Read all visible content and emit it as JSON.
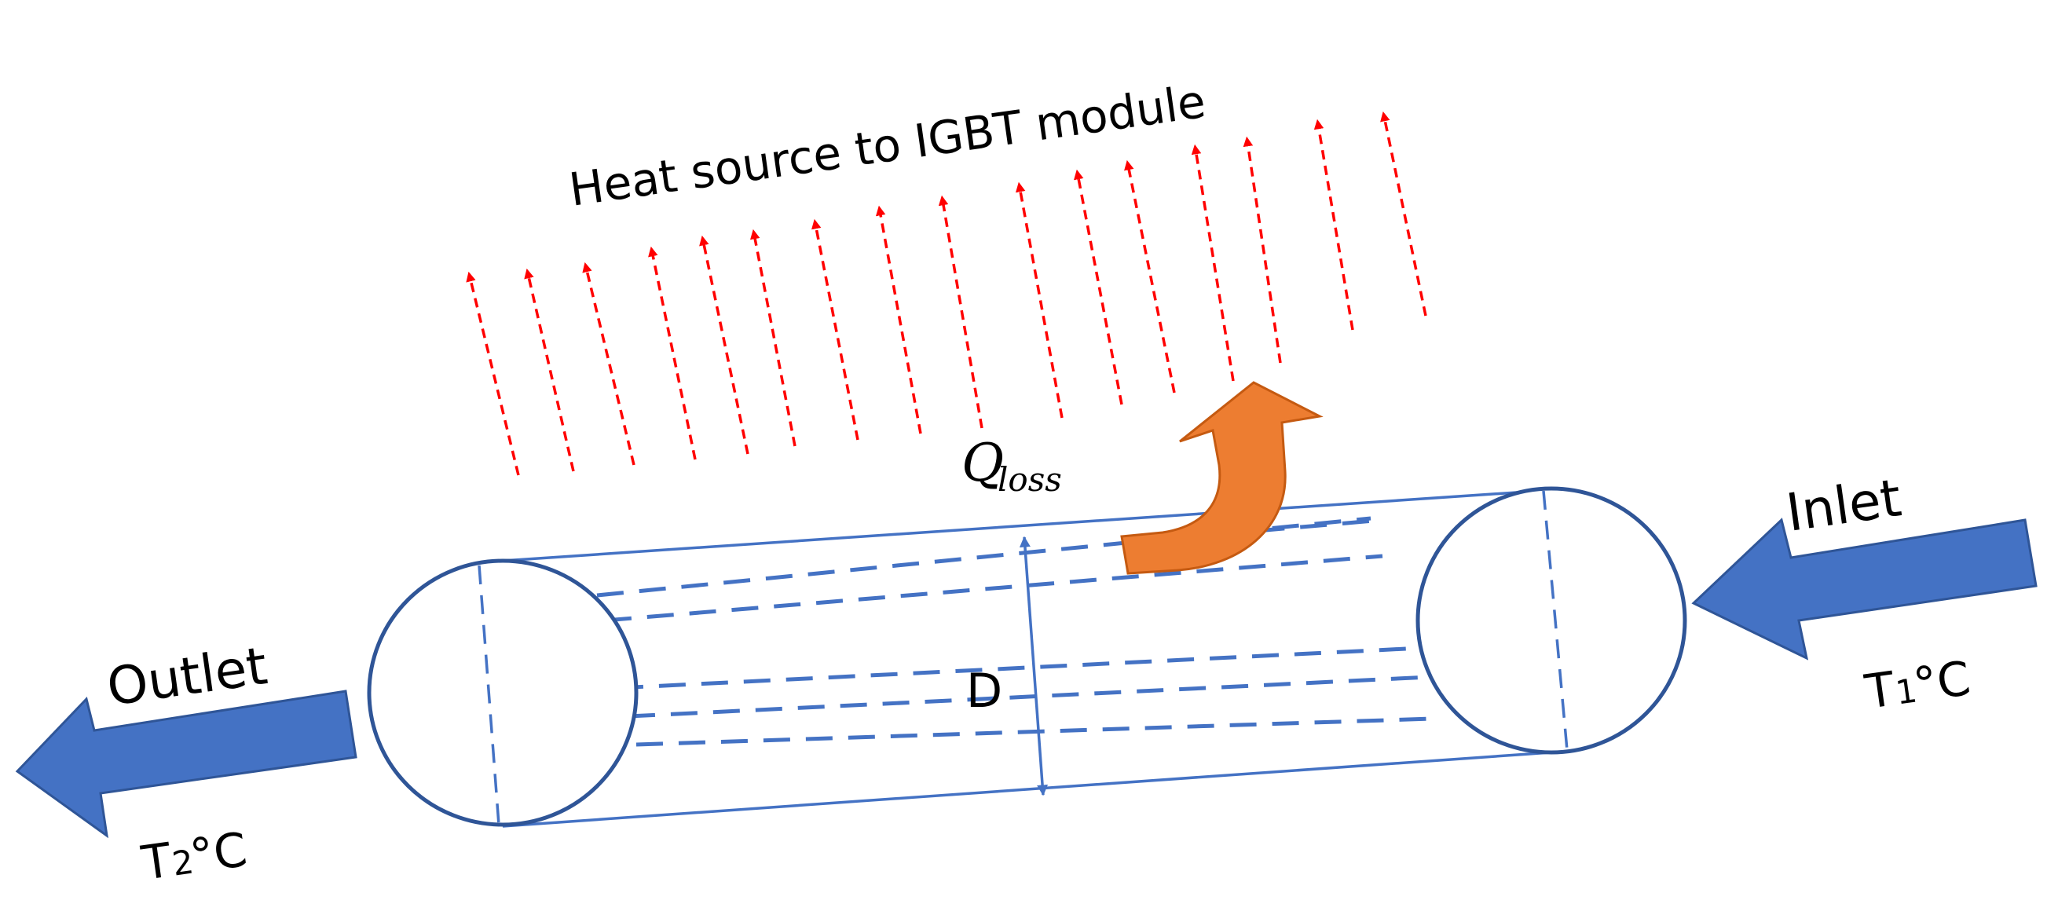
{
  "labels": {
    "heat_source": "Heat source to IGBT module",
    "q_symbol": "Q",
    "q_subscript": "loss",
    "diameter": "D",
    "inlet": "Inlet",
    "outlet": "Outlet",
    "t1_symbol": "T",
    "t1_subscript": "1",
    "t1_unit": " °C",
    "t2_symbol": "T",
    "t2_subscript": "2",
    "t2_unit": " °C"
  },
  "colors": {
    "heat_arrows": "#ff0000",
    "flow_arrows": "#4472c4",
    "tube_outline": "#2f5597",
    "tube_dashes": "#4472c4",
    "heat_loss_arrow": "#ed7d31",
    "heat_loss_outline": "#c55a11",
    "text": "#000000"
  }
}
